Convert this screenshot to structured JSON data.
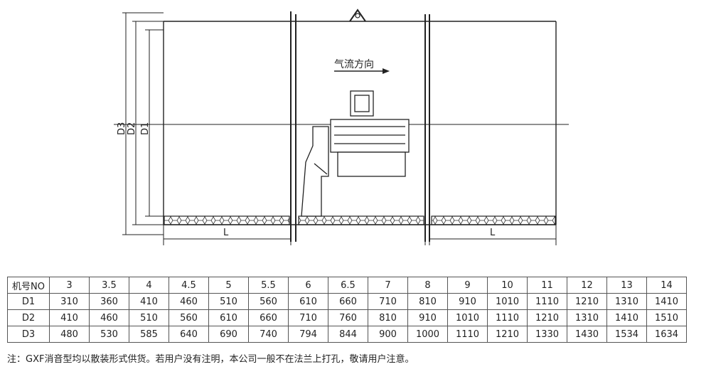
{
  "drawing": {
    "flow_direction_label": "气流方向",
    "dim_d3": "D3",
    "dim_d2": "D2",
    "dim_d1": "D1",
    "dim_l_left": "L",
    "dim_l_right": "L"
  },
  "table": {
    "row_headers": [
      "机号NO",
      "D1",
      "D2",
      "D3"
    ],
    "machine_no": [
      "3",
      "3.5",
      "4",
      "4.5",
      "5",
      "5.5",
      "6",
      "6.5",
      "7",
      "8",
      "9",
      "10",
      "11",
      "12",
      "13",
      "14"
    ],
    "d1": [
      "310",
      "360",
      "410",
      "460",
      "510",
      "560",
      "610",
      "660",
      "710",
      "810",
      "910",
      "1010",
      "1110",
      "1210",
      "1310",
      "1410"
    ],
    "d2": [
      "410",
      "460",
      "510",
      "560",
      "610",
      "660",
      "710",
      "760",
      "810",
      "910",
      "1010",
      "1110",
      "1210",
      "1310",
      "1410",
      "1510"
    ],
    "d3": [
      "480",
      "530",
      "585",
      "640",
      "690",
      "740",
      "794",
      "844",
      "900",
      "1000",
      "1110",
      "1210",
      "1330",
      "1430",
      "1534",
      "1634"
    ]
  },
  "note": "注：GXF消音型均以散装形式供货。若用户没有注明，本公司一般不在法兰上打孔，敬请用户注意。"
}
